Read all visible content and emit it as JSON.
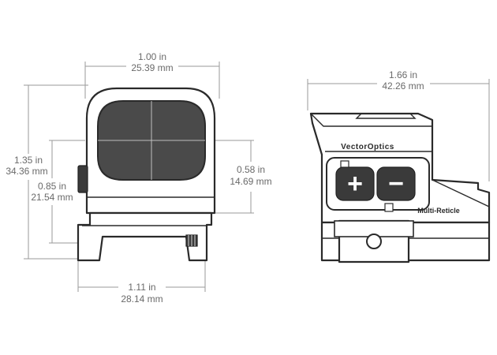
{
  "dimensions": {
    "front_width": {
      "imperial": "1.00 in",
      "metric": "25.39 mm"
    },
    "front_height": {
      "imperial": "1.35 in",
      "metric": "34.36 mm"
    },
    "front_window_height": {
      "imperial": "0.85 in",
      "metric": "21.54 mm"
    },
    "front_right_height": {
      "imperial": "0.58 in",
      "metric": "14.69 mm"
    },
    "front_base_width": {
      "imperial": "1.11 in",
      "metric": "28.14 mm"
    },
    "side_length": {
      "imperial": "1.66 in",
      "metric": "42.26 mm"
    }
  },
  "side_view": {
    "brand": "VectorOptics",
    "label": "Multi-Reticle",
    "plus_symbol": "+",
    "minus_symbol": "−"
  },
  "colors": {
    "outline": "#2a2a2a",
    "dimension": "#9a9a9a",
    "window": "#4a4a4a"
  }
}
